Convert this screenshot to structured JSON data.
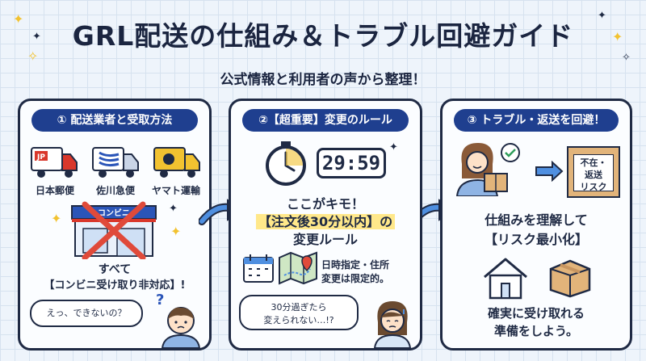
{
  "header": {
    "title": "GRL配送の仕組み＆トラブル回避ガイド",
    "subtitle": "公式情報と利用者の声から整理！"
  },
  "panel1": {
    "heading": "① 配送業者と受取方法",
    "carriers": [
      {
        "label": "日本郵便",
        "badge": "JP",
        "color": "#d9372b"
      },
      {
        "label": "佐川急便",
        "badge": "",
        "color": "#2b55b8"
      },
      {
        "label": "ヤマト運輸",
        "badge": "",
        "color": "#f2c230"
      }
    ],
    "store_sign": "コンビニ",
    "note_line1": "すべて",
    "note_line2": "【コンビニ受け取り非対応】!",
    "bubble": "えっ、できないの？",
    "question": "?"
  },
  "panel2": {
    "heading": "②【超重要】変更のルール",
    "timer": "29:59",
    "key_line1": "ここがキモ！",
    "key_line2": "【注文後30分以内】の",
    "key_line3": "変更ルール",
    "note_line1": "日時指定・住所",
    "note_line2": "変更は限定的。",
    "bubble_line1": "30分過ぎたら",
    "bubble_line2": "変えられない…!?"
  },
  "panel3": {
    "heading": "③ トラブル・返送を回避！",
    "box_line1": "不在・",
    "box_line2": "返送",
    "box_line3": "リスク",
    "main_line1": "仕組みを理解して",
    "main_line2": "【リスク最小化】",
    "foot_line1": "確実に受け取れる",
    "foot_line2": "準備をしよう。"
  },
  "colors": {
    "navy": "#1f3f8f",
    "highlight": "#ffe88a",
    "accent_red": "#e04a3a",
    "sparkle": "#f2c230"
  }
}
